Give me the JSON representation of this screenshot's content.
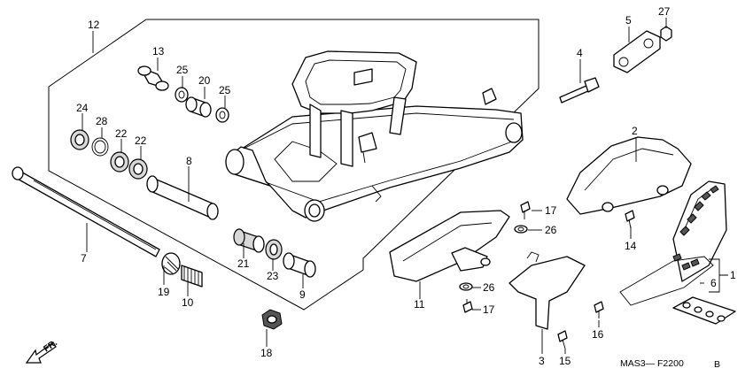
{
  "labels": {
    "p1": "1",
    "p2": "2",
    "p3": "3",
    "p4": "4",
    "p5": "5",
    "p6": "6",
    "p7": "7",
    "p8": "8",
    "p9": "9",
    "p10": "10",
    "p11": "11",
    "p12": "12",
    "p13": "13",
    "p14": "14",
    "p15": "15",
    "p16": "16",
    "p17a": "17",
    "p17b": "17",
    "p18": "18",
    "p19": "19",
    "p20": "20",
    "p21": "21",
    "p22a": "22",
    "p22b": "22",
    "p23": "23",
    "p24": "24",
    "p25a": "25",
    "p25b": "25",
    "p26a": "26",
    "p26b": "26",
    "p27": "27",
    "p28": "28"
  },
  "front_indicator": "FR.",
  "diagram_code": "MAS3— F2200",
  "diagram_code_suffix": "B"
}
